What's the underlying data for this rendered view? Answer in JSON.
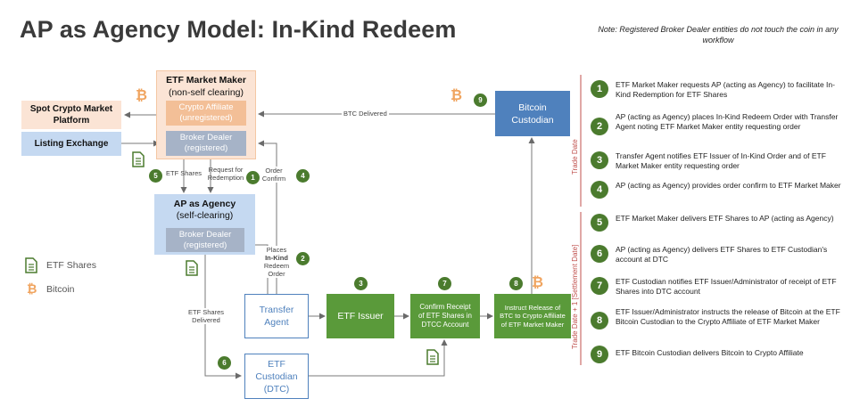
{
  "title": "AP as Agency Model: In-Kind Redeem",
  "note": "Note: Registered Broker Dealer entities do not touch the coin in any workflow",
  "boxes": {
    "etf_mm_title": "ETF Market Maker",
    "etf_mm_sub": "(non-self clearing)",
    "crypto_affiliate": "Crypto Affiliate (unregistered)",
    "mm_broker_dealer": "Broker Dealer (registered)",
    "spot_crypto": "Spot Crypto Market Platform",
    "listing_exchange": "Listing Exchange",
    "ap_title": "AP as Agency",
    "ap_sub": "(self-clearing)",
    "ap_broker_dealer": "Broker Dealer (registered)",
    "bitcoin_custodian": "Bitcoin Custodian",
    "transfer_agent": "Transfer Agent",
    "etf_issuer": "ETF Issuer",
    "confirm_receipt": "Confirm Receipt of ETF Shares in DTCC Account",
    "instruct_release": "Instruct Release of BTC to Crypto Affiliate of ETF Market Maker",
    "etf_custodian": "ETF Custodian (DTC)"
  },
  "labels": {
    "btc_delivered": "BTC Delivered",
    "etf_shares": "ETF Shares",
    "request_redemption": "Request for Redemption",
    "order_confirm": "Order Confirm",
    "places_order_1": "Places",
    "places_order_2": "In-Kind",
    "places_order_3": "Redeem",
    "places_order_4": "Order",
    "etf_shares_delivered": "ETF Shares Delivered"
  },
  "legend": {
    "etf_shares": "ETF Shares",
    "bitcoin": "Bitcoin"
  },
  "phases": {
    "trade_date": "Trade Date",
    "settlement": "Trade Date + 1 [Settlement Date]"
  },
  "steps": [
    {
      "num": "1",
      "text": "ETF Market Maker requests AP (acting as Agency) to facilitate In-Kind Redemption for ETF Shares"
    },
    {
      "num": "2",
      "text": "AP (acting as Agency) places In-Kind Redeem Order with Transfer Agent noting ETF Market Maker entity requesting order"
    },
    {
      "num": "3",
      "text": "Transfer Agent notifies ETF Issuer of In-Kind Order and of ETF Market Maker entity requesting order"
    },
    {
      "num": "4",
      "text": "AP (acting as Agency) provides order confirm to ETF Market Maker"
    },
    {
      "num": "5",
      "text": "ETF Market Maker delivers ETF Shares to AP (acting as Agency)"
    },
    {
      "num": "6",
      "text": "AP (acting as Agency) delivers ETF Shares to ETF Custodian's account at DTC"
    },
    {
      "num": "7",
      "text": "ETF Custodian notifies ETF Issuer/Administrator of receipt of ETF Shares into DTC account"
    },
    {
      "num": "8",
      "text": "ETF Issuer/Administrator instructs the release of Bitcoin at the ETF Bitcoin Custodian to the Crypto Affiliate of ETF Market Maker"
    },
    {
      "num": "9",
      "text": "ETF Bitcoin Custodian delivers Bitcoin to Crypto Affiliate"
    }
  ],
  "diagram_nums": {
    "n1": "1",
    "n2": "2",
    "n3": "3",
    "n4": "4",
    "n5": "5",
    "n6": "6",
    "n7": "7",
    "n8": "8",
    "n9": "9"
  },
  "colors": {
    "mm_bg": "#fbe4d5",
    "ap_bg": "#c5d9f1",
    "gray_box": "#a6b3c7",
    "custodian_blue": "#4f81bd",
    "green": "#5a9a3a",
    "step_circle": "#4b7b2e",
    "bitcoin": "#f0a45f"
  }
}
